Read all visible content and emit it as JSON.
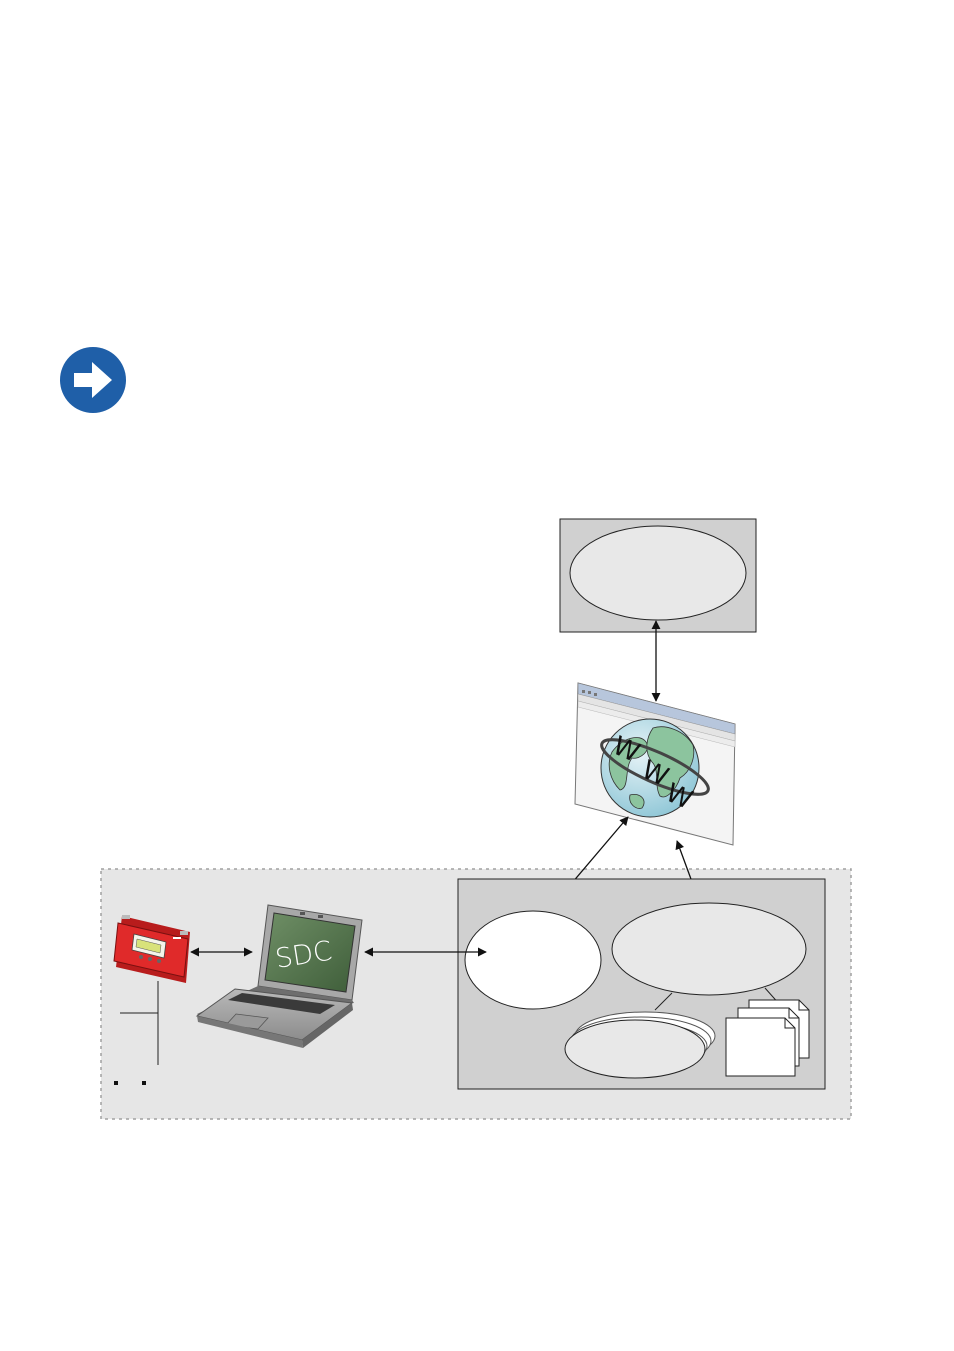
{
  "icons": {
    "note_arrow": "arrow-right-circle-icon",
    "controller": "solar-charge-controller-icon",
    "laptop": "laptop-icon",
    "browser": "browser-window-icon",
    "globe": "globe-icon",
    "database": "database-stack-icon",
    "documents": "document-stack-icon"
  },
  "colors": {
    "note_icon": "#1f5fa8",
    "panel_gray": "#d0d0d0",
    "zone_gray": "#e6e6e6",
    "device_red": "#e02a2a",
    "screen_green": "#5a7a52"
  },
  "laptop": {
    "screen_text": "SDC"
  },
  "browser": {
    "www_letters": [
      "W",
      "W",
      "W"
    ]
  }
}
